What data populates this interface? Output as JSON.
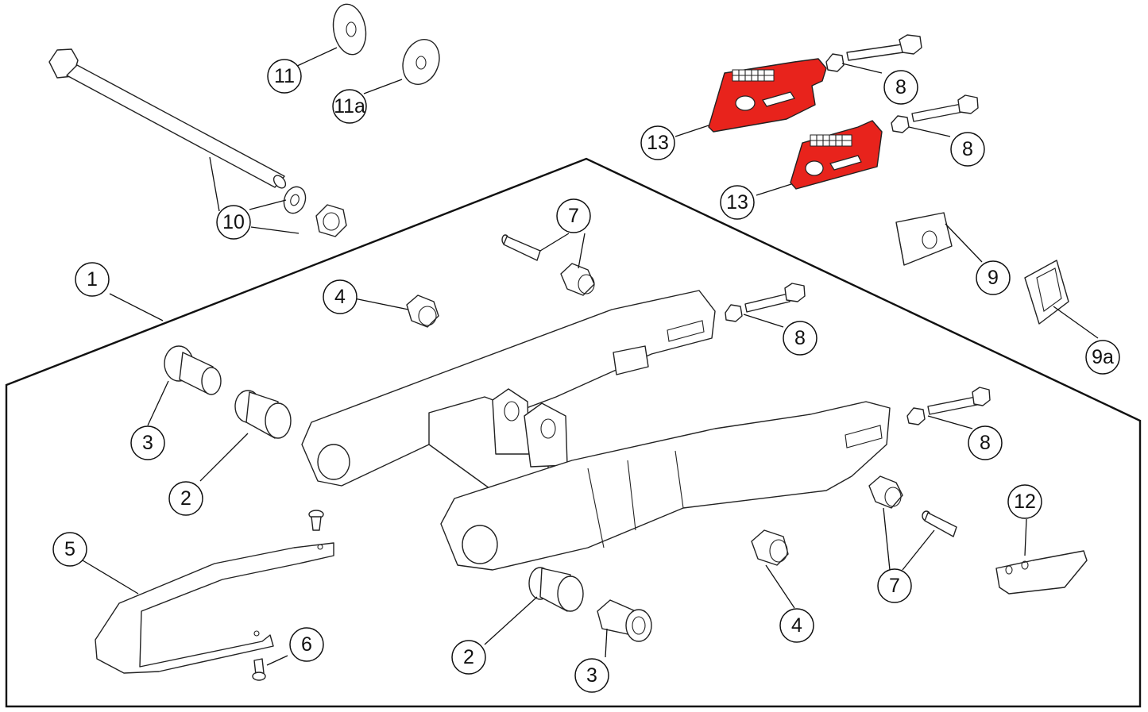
{
  "colors": {
    "line": "#222222",
    "highlight": "#e8231c",
    "background": "#ffffff"
  },
  "callouts": [
    {
      "id": "c1",
      "label": "1"
    },
    {
      "id": "c2a",
      "label": "2"
    },
    {
      "id": "c2b",
      "label": "2"
    },
    {
      "id": "c3a",
      "label": "3"
    },
    {
      "id": "c3b",
      "label": "3"
    },
    {
      "id": "c4a",
      "label": "4"
    },
    {
      "id": "c4b",
      "label": "4"
    },
    {
      "id": "c5",
      "label": "5"
    },
    {
      "id": "c6",
      "label": "6"
    },
    {
      "id": "c7a",
      "label": "7"
    },
    {
      "id": "c7b",
      "label": "7"
    },
    {
      "id": "c8a",
      "label": "8"
    },
    {
      "id": "c8b",
      "label": "8"
    },
    {
      "id": "c8c",
      "label": "8"
    },
    {
      "id": "c8d",
      "label": "8"
    },
    {
      "id": "c9",
      "label": "9"
    },
    {
      "id": "c9a",
      "label": "9a"
    },
    {
      "id": "c10",
      "label": "10"
    },
    {
      "id": "c11",
      "label": "11"
    },
    {
      "id": "c11a",
      "label": "11a"
    },
    {
      "id": "c12",
      "label": "12"
    },
    {
      "id": "c13a",
      "label": "13"
    },
    {
      "id": "c13b",
      "label": "13"
    }
  ]
}
